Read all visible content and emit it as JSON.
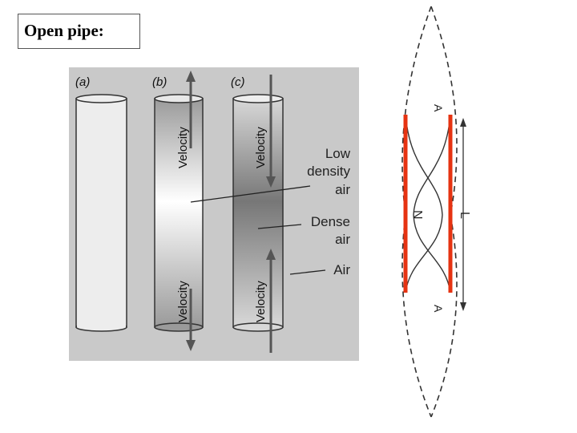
{
  "title": "Open pipe:",
  "tubes": [
    {
      "letter": "(a)"
    },
    {
      "letter": "(b)",
      "velocity_top": "Velocity",
      "velocity_bottom": "Velocity"
    },
    {
      "letter": "(c)",
      "velocity_top": "Velocity",
      "velocity_bottom": "Velocity"
    }
  ],
  "callouts": {
    "low_density": [
      "Low",
      "density",
      "air"
    ],
    "dense": [
      "Dense",
      "air"
    ],
    "air": "Air"
  },
  "standing_wave": {
    "labels": {
      "top_antinode": "A",
      "node": "N",
      "bottom_antinode": "A",
      "length": "L"
    },
    "pipe_color": "#e63312"
  }
}
